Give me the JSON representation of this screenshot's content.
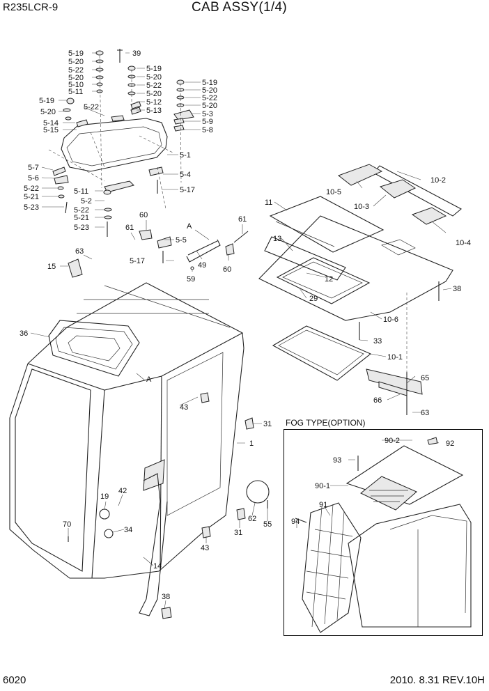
{
  "header": {
    "model": "R235LCR-9",
    "title": "CAB ASSY(1/4)"
  },
  "footer": {
    "page": "6020",
    "revision": "2010. 8.31  REV.10H"
  },
  "fog_section": {
    "title": "FOG TYPE(OPTION)"
  },
  "callouts": [
    "5-19",
    "5-20",
    "5-22",
    "5-20",
    "5-10",
    "5-11",
    "39",
    "5-19",
    "5-20",
    "5-22",
    "5-20",
    "5-12",
    "5-13",
    "5-19",
    "5-20",
    "5-22",
    "5-20",
    "5-3",
    "5-9",
    "5-8",
    "5-19",
    "5-20",
    "5-22",
    "5-14",
    "5-15",
    "5-1",
    "5-7",
    "5-6",
    "5-22",
    "5-21",
    "5-23",
    "5-4",
    "5-11",
    "5-2",
    "5-22",
    "5-21",
    "5-23",
    "5-17",
    "60",
    "61",
    "A",
    "61",
    "5-5",
    "49",
    "60",
    "5-17",
    "59",
    "63",
    "15",
    "10-2",
    "10-5",
    "10-3",
    "11",
    "10-4",
    "13",
    "12",
    "38",
    "29",
    "10-6",
    "36",
    "A",
    "33",
    "10-1",
    "65",
    "66",
    "63",
    "43",
    "31",
    "1",
    "90-2",
    "92",
    "93",
    "90-1",
    "91",
    "94",
    "19",
    "42",
    "70",
    "34",
    "62",
    "55",
    "31",
    "43",
    "14",
    "38"
  ]
}
